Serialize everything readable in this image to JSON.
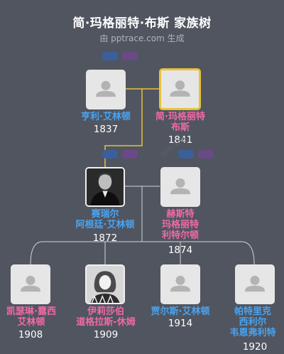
{
  "title": "简·玛格丽特·布斯 家族树",
  "subtitle": "由 pptrace.com 生成",
  "watermark": "pptrace",
  "colors": {
    "male": "#4aa3f0",
    "female": "#f06aa6",
    "focus": "#e8c23a",
    "background": "#505560"
  },
  "persons": {
    "grandfather": {
      "name": [
        "亨利·艾林顿"
      ],
      "year": "1837",
      "gender": "male"
    },
    "grandmother": {
      "name": [
        "简·玛格丽特",
        "布斯"
      ],
      "year": "1841",
      "gender": "female"
    },
    "father": {
      "name": [
        "赛瑞尔",
        "阿根廷·艾林顿"
      ],
      "year": "1872",
      "gender": "male"
    },
    "mother": {
      "name": [
        "赫斯特",
        "玛格丽特",
        "利特尔顿"
      ],
      "year": "1874",
      "gender": "female"
    },
    "child1": {
      "name": [
        "凯瑟琳·露西",
        "艾林顿"
      ],
      "year": "1908",
      "gender": "female"
    },
    "child2": {
      "name": [
        "伊莉莎伯",
        "道格拉斯-休姆"
      ],
      "year": "1909",
      "gender": "female"
    },
    "child3": {
      "name": [
        "贾尔斯·艾林顿"
      ],
      "year": "1914",
      "gender": "male"
    },
    "child4": {
      "name": [
        "帕特里克",
        "西利尔",
        "韦恩弗利特"
      ],
      "year": "1920",
      "gender": "male"
    }
  }
}
